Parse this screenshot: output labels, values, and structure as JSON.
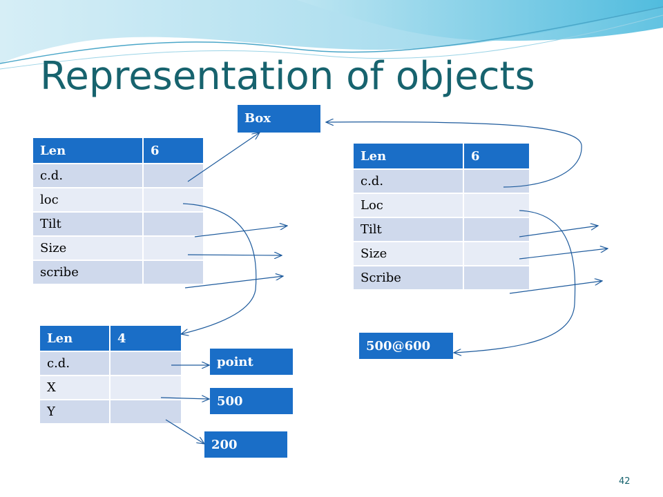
{
  "slide": {
    "title": "Representation of objects",
    "page_number": "42",
    "colors": {
      "title": "#17636e",
      "header": "#1a6ec7",
      "row_odd": "#cfd9ec",
      "row_even": "#e7ecf6",
      "arrow": "#1d5a9c"
    }
  },
  "tables": {
    "left": {
      "rows": [
        [
          "Len",
          "6"
        ],
        [
          "c.d.",
          ""
        ],
        [
          "loc",
          ""
        ],
        [
          "Tilt",
          ""
        ],
        [
          "Size",
          ""
        ],
        [
          "scribe",
          ""
        ]
      ]
    },
    "right": {
      "rows": [
        [
          "Len",
          "6"
        ],
        [
          "c.d.",
          ""
        ],
        [
          "Loc",
          ""
        ],
        [
          "Tilt",
          ""
        ],
        [
          "Size",
          ""
        ],
        [
          "Scribe",
          ""
        ]
      ]
    },
    "point": {
      "rows": [
        [
          "Len",
          "4"
        ],
        [
          "c.d.",
          ""
        ],
        [
          "X",
          ""
        ],
        [
          "Y",
          ""
        ]
      ]
    }
  },
  "boxes": {
    "box": "Box",
    "point": "point",
    "x_value": "500",
    "y_value": "200",
    "location": "500@600"
  }
}
